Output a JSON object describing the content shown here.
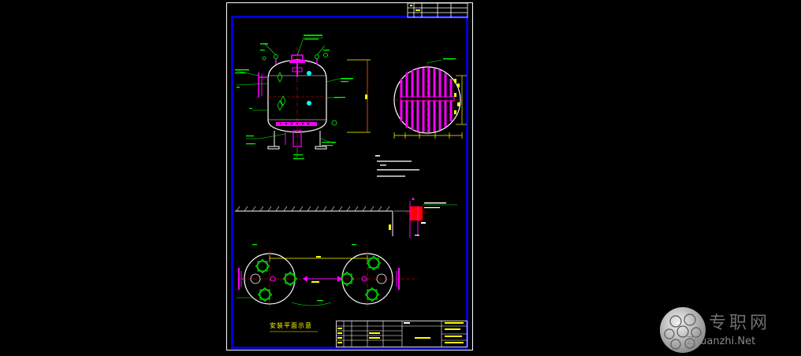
{
  "drawing": {
    "plan_caption": "安装平面示意",
    "colors": {
      "background": "#000000",
      "border": "#ffffff",
      "frame": "#0000ff",
      "vessel": "#ffffff",
      "nozzle": "#ff00ff",
      "annotation": "#00ff00",
      "dimension": "#ffff00",
      "centerline": "#ff0000",
      "highlight": "#ff0000"
    }
  },
  "watermark": {
    "chinese": "专职网",
    "english": "Zhuanzhi.Net"
  }
}
